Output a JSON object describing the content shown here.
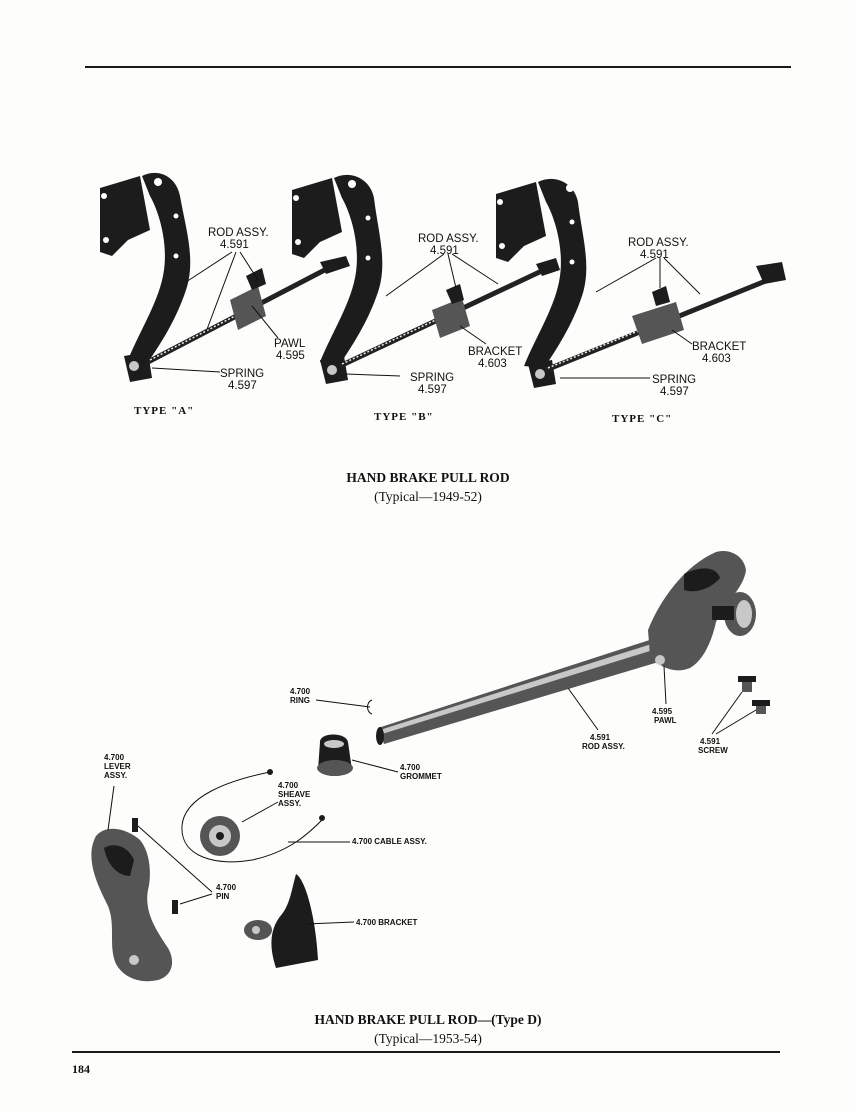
{
  "figure1": {
    "type_a": {
      "caption": "TYPE \"A\"",
      "rod_label": "ROD ASSY.",
      "rod_num": "4.591",
      "pawl_label": "PAWL",
      "pawl_num": "4.595",
      "spring_label": "SPRING",
      "spring_num": "4.597"
    },
    "type_b": {
      "caption": "TYPE \"B\"",
      "rod_label": "ROD ASSY.",
      "rod_num": "4.591",
      "bracket_label": "BRACKET",
      "bracket_num": "4.603",
      "spring_label": "SPRING",
      "spring_num": "4.597"
    },
    "type_c": {
      "caption": "TYPE \"C\"",
      "rod_label": "ROD ASSY.",
      "rod_num": "4.591",
      "bracket_label": "BRACKET",
      "bracket_num": "4.603",
      "spring_label": "SPRING",
      "spring_num": "4.597"
    },
    "title": "HAND BRAKE PULL ROD",
    "subtitle": "(Typical—1949-52)"
  },
  "figure2": {
    "ring": {
      "num": "4.700",
      "label": "RING"
    },
    "grommet": {
      "num": "4.700",
      "label": "GROMMET"
    },
    "lever": {
      "num": "4.700",
      "label1": "LEVER",
      "label2": "ASSY."
    },
    "sheave": {
      "num": "4.700",
      "label1": "SHEAVE",
      "label2": "ASSY."
    },
    "cable": {
      "label": "4.700 CABLE ASSY."
    },
    "pin": {
      "num": "4.700",
      "label": "PIN"
    },
    "bracket": {
      "label": "4.700 BRACKET"
    },
    "rod": {
      "num": "4.591",
      "label": "ROD ASSY."
    },
    "pawl": {
      "num": "4.595",
      "label": "PAWL"
    },
    "screw": {
      "num": "4.591",
      "label": "SCREW"
    },
    "title_main": "HAND BRAKE PULL ROD—",
    "title_type": "(Type D)",
    "subtitle": "(Typical—1953-54)"
  },
  "page_number": "184"
}
